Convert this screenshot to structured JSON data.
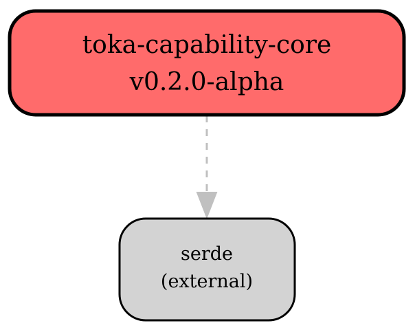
{
  "nodes": {
    "core": {
      "name": "toka-capability-core",
      "version": "v0.2.0-alpha",
      "fill": "#ff6b6b"
    },
    "dependency": {
      "name": "serde",
      "kind": "(external)",
      "fill": "#d3d3d3"
    }
  },
  "edges": [
    {
      "from": "toka-capability-core",
      "to": "serde",
      "style": "dashed",
      "color": "#c0c0c0"
    }
  ]
}
